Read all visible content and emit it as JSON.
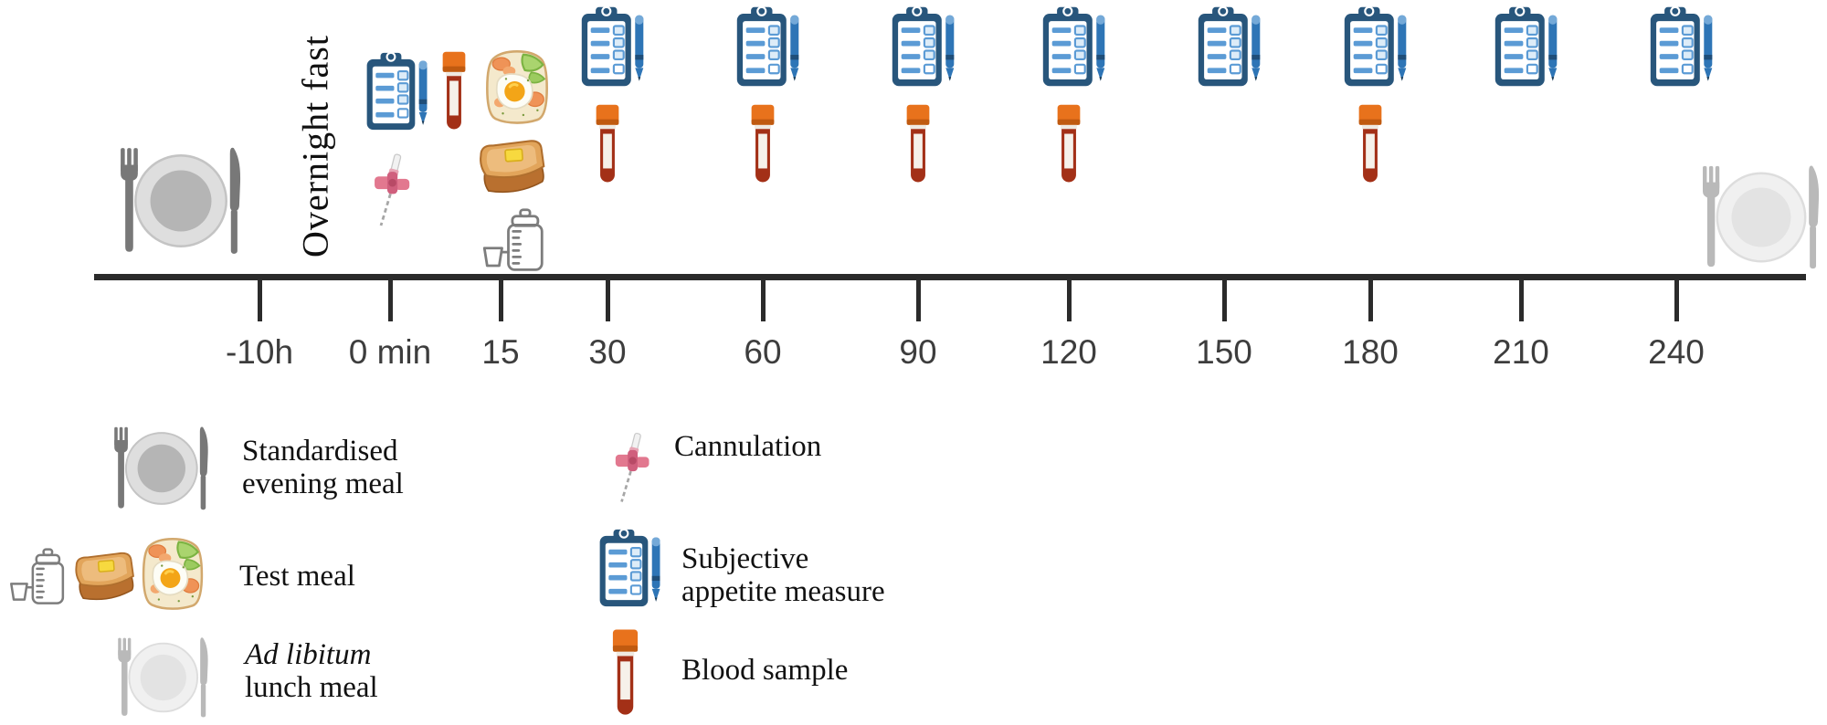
{
  "timeline": {
    "overnight_label": "Overnight fast",
    "points": [
      {
        "label": "-10h",
        "markers": []
      },
      {
        "label": "0 min",
        "markers": [
          "subjective appetite measure",
          "blood sample",
          "cannulation"
        ]
      },
      {
        "label": "15",
        "markers": [
          "test meal"
        ]
      },
      {
        "label": "30",
        "markers": [
          "subjective appetite measure",
          "blood sample"
        ]
      },
      {
        "label": "60",
        "markers": [
          "subjective appetite measure",
          "blood sample"
        ]
      },
      {
        "label": "90",
        "markers": [
          "subjective appetite measure",
          "blood sample"
        ]
      },
      {
        "label": "120",
        "markers": [
          "subjective appetite measure",
          "blood sample"
        ]
      },
      {
        "label": "150",
        "markers": [
          "subjective appetite measure"
        ]
      },
      {
        "label": "180",
        "markers": [
          "subjective appetite measure",
          "blood sample"
        ]
      },
      {
        "label": "210",
        "markers": [
          "subjective appetite measure"
        ]
      },
      {
        "label": "240",
        "markers": [
          "subjective appetite measure"
        ]
      }
    ],
    "before_axis_marker": "standardised evening meal",
    "after_axis_marker": "ad libitum lunch meal"
  },
  "legend": {
    "left": [
      {
        "icon": "meal-plate-icon",
        "lines": [
          "Standardised",
          "evening meal"
        ]
      },
      {
        "icon": "test-meal-icons",
        "lines": [
          "Test meal"
        ]
      },
      {
        "icon": "lunch-plate-icon",
        "lines": [
          "Ad libitum",
          "lunch meal"
        ]
      }
    ],
    "right": [
      {
        "icon": "cannula-icon",
        "lines": [
          "Cannulation"
        ]
      },
      {
        "icon": "clipboard-pen-icon",
        "lines": [
          "Subjective",
          "appetite measure"
        ]
      },
      {
        "icon": "blood-tube-icon",
        "lines": [
          "Blood sample"
        ]
      }
    ]
  },
  "icons": {
    "clipboard-pen-icon": "subjective appetite measure (checklist clipboard with pen)",
    "blood-tube-icon": "blood sample vacutainer tube with orange cap",
    "cannula-icon": "pink winged IV cannula",
    "meal-plate-icon": "plate with fork and knife (grey food circle)",
    "lunch-plate-icon": "empty lighter plate with fork and knife",
    "egg-toast-icon": "toast with fried egg, avocado and salmon",
    "butter-toast-icon": "stacked toast with butter",
    "shaker-icon": "protein shaker bottle with scoop"
  },
  "colors": {
    "axis": "#2b2b2b",
    "tick_label": "#3d3d3d",
    "clipboard_navy": "#28567c",
    "clipboard_blue": "#5b9bd5",
    "pen_blue": "#2e75b6",
    "tube_cap_orange": "#e8721c",
    "tube_blood_red": "#a33017",
    "cannula_pink": "#e2788f",
    "plate_grey": "#b5b5b5",
    "plate_light_grey": "#e3e3e3"
  }
}
